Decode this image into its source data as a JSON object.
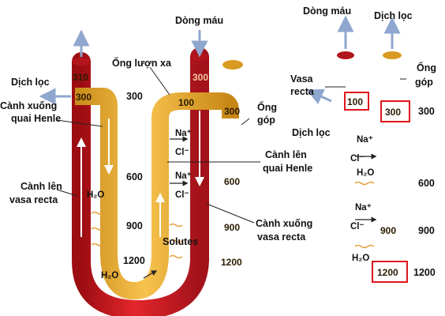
{
  "left": {
    "blood_flow": "Dòng máu",
    "distal_tubule": "Ống lượn xa",
    "filtrate": "Dịch lọc",
    "desc_henle_1": "Cành xuống",
    "desc_henle_2": "quai Henle",
    "asc_vasa_1": "Cành lên",
    "asc_vasa_2": "vasa recta",
    "collecting_1": "Ống",
    "collecting_2": "góp",
    "asc_henle_1": "Cành lên",
    "asc_henle_2": "quai Henle",
    "desc_vasa_1": "Cành xuống",
    "desc_vasa_2": "vasa recta",
    "solutes": "Solutes",
    "tube_310": "310",
    "tube_300": "300",
    "tube_100": "100",
    "red_300": "300",
    "duct_300": "300",
    "duct_600": "600",
    "duct_900": "900",
    "duct_1200": "1200",
    "osm_300": "300",
    "osm_600": "600",
    "osm_900": "900",
    "osm_1200": "1200"
  },
  "right": {
    "blood_flow": "Dòng máu",
    "filtrate_top": "Dịch lọc",
    "vasa_1": "Vasa",
    "vasa_2": "recta",
    "collecting_1": "Ống",
    "collecting_2": "góp",
    "filtrate": "Dịch lọc",
    "box_100": "100",
    "box_300": "300",
    "box_1200": "1200",
    "duct_600": "",
    "duct_900": "900",
    "osm_300": "300",
    "osm_600": "600",
    "osm_900": "900",
    "osm_1200": "1200"
  },
  "ions": {
    "na": "Na⁺",
    "cl": "Cl⁻",
    "h2o": "H₂O"
  },
  "colors": {
    "vessel": "#e3262b",
    "tubule": "#f7c24d",
    "highlight": "#e0161c",
    "flow_arrow": "#8fa7cf"
  }
}
